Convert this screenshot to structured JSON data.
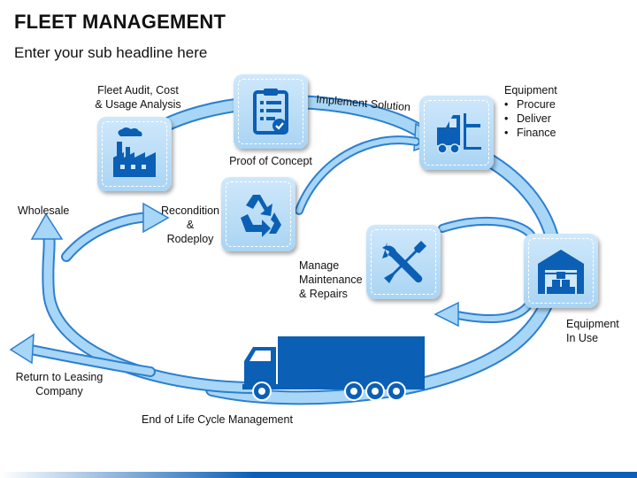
{
  "title": "FLEET MANAGEMENT",
  "subtitle": "Enter your sub headline here",
  "labels": {
    "fleet_audit": "Fleet Audit, Cost\n& Usage Analysis",
    "proof_of_concept": "Proof of Concept",
    "implement_solution": "Implement Solution",
    "equipment_heading": "Equipment",
    "equipment_items": [
      "Procure",
      "Deliver",
      "Finance"
    ],
    "wholesale": "Wholesale",
    "recondition": "Recondition\n&\nRodeploy",
    "manage_maintenance": "Manage\nMaintenance\n& Repairs",
    "equipment_in_use": "Equipment\nIn Use",
    "return_to_leasing": "Return to Leasing\nCompany",
    "end_of_life": "End of Life Cycle Management"
  },
  "icons": {
    "fleet_audit": "factory-icon",
    "proof_of_concept": "clipboard-checklist-icon",
    "equipment": "forklift-icon",
    "recondition": "recycle-icon",
    "maintenance": "wrench-screwdriver-icon",
    "in_use": "warehouse-icon",
    "end_of_life": "truck-icon"
  },
  "colors": {
    "arrow_light": "#9fd0f4",
    "arrow_mid": "#5aa8e8",
    "icon_blue": "#0b5fb5",
    "tile_top": "#cfe8fb",
    "tile_bottom": "#a9d4f3"
  }
}
